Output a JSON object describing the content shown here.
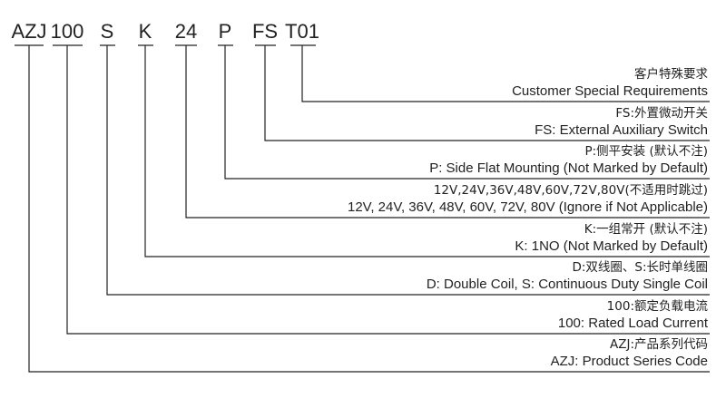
{
  "colors": {
    "ink": "#222222",
    "background": "#ffffff"
  },
  "codes": [
    "AZJ",
    "100",
    "S",
    "K",
    "24",
    "P",
    "FS",
    "T01"
  ],
  "descriptions": [
    {
      "code": "T01",
      "zh": "客户特殊要求",
      "en": "Customer Special Requirements"
    },
    {
      "code": "FS",
      "zh": "FS:外置微动开关",
      "en": "FS: External Auxiliary Switch"
    },
    {
      "code": "P",
      "zh": "P:侧平安装 (默认不注)",
      "en": "P: Side Flat Mounting (Not Marked by Default)"
    },
    {
      "code": "24",
      "zh": "12V,24V,36V,48V,60V,72V,80V(不适用时跳过)",
      "en": "12V, 24V, 36V, 48V, 60V, 72V, 80V (Ignore if Not Applicable)"
    },
    {
      "code": "K",
      "zh": "K:一组常开 (默认不注)",
      "en": "K: 1NO (Not Marked by Default)"
    },
    {
      "code": "S",
      "zh": "D:双线圈、S:长时单线圈",
      "en": "D: Double Coil, S: Continuous Duty Single Coil"
    },
    {
      "code": "100",
      "zh": "100:额定负载电流",
      "en": "100: Rated Load Current"
    },
    {
      "code": "AZJ",
      "zh": "AZJ:产品系列代码",
      "en": "AZJ: Product Series Code"
    }
  ]
}
